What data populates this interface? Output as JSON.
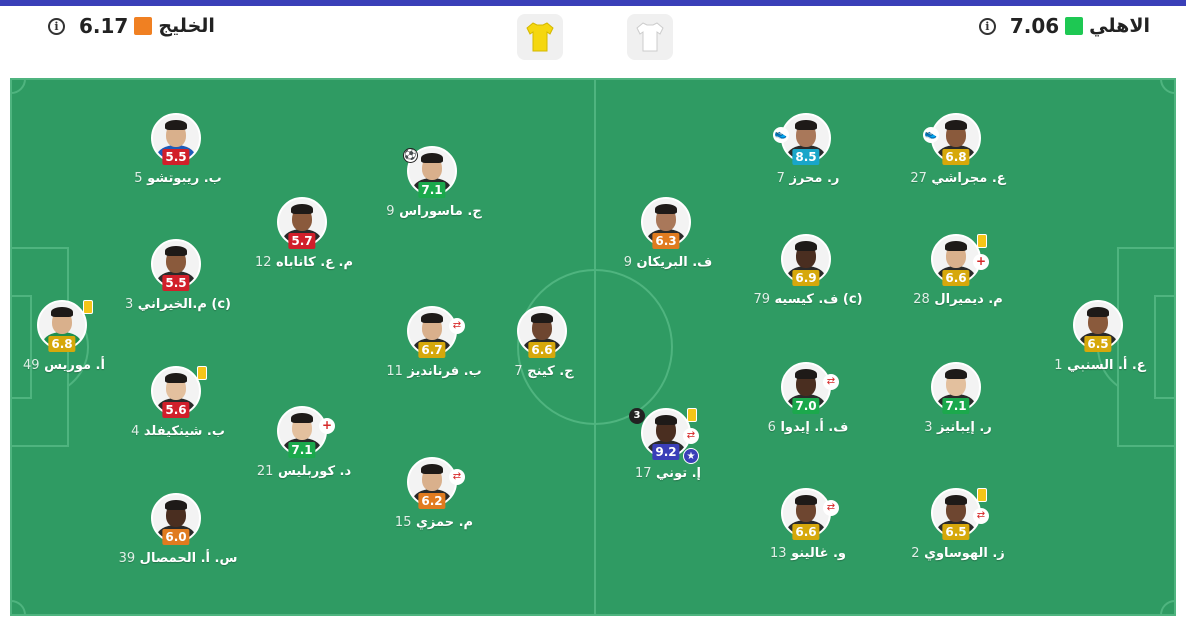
{
  "home": {
    "name": "الاهلي",
    "rating": "7.06",
    "rating_color": "#1ec853"
  },
  "away": {
    "name": "الخليج",
    "rating": "6.17",
    "rating_color": "#f08022"
  },
  "info_glyph": "i",
  "colors": {
    "pitch": "#2f9b63",
    "lines": "#4fb47f",
    "home_kit": "#ffffff",
    "away_kit": "#f5d70f"
  },
  "players": [
    {
      "id": "h1",
      "num": "1",
      "name": "ع. أ. السنبي",
      "rating": "6.5",
      "rc": "#d6a80b",
      "skin": "#8a5a3c",
      "shirt": "#2a2a2a",
      "badges": []
    },
    {
      "id": "h2",
      "num": "27",
      "name": "ع. مجراشي",
      "rating": "6.8",
      "rc": "#d6a80b",
      "skin": "#8a5a3c",
      "shirt": "#2a2a2a",
      "badges": [
        "boot"
      ]
    },
    {
      "id": "h3",
      "num": "28",
      "name": "م. ديميرال",
      "rating": "6.6",
      "rc": "#d6a80b",
      "skin": "#d9b08c",
      "shirt": "#2a2a2a",
      "badges": [
        "yellow",
        "injury"
      ]
    },
    {
      "id": "h4",
      "num": "3",
      "name": "ر. إيبانيز",
      "rating": "7.1",
      "rc": "#1ba94c",
      "skin": "#e3c09e",
      "shirt": "#2a2a2a",
      "badges": []
    },
    {
      "id": "h5",
      "num": "2",
      "name": "ز. الهوساوي",
      "rating": "6.5",
      "rc": "#d6a80b",
      "skin": "#6e4630",
      "shirt": "#2a2a2a",
      "badges": [
        "yellow",
        "sub"
      ]
    },
    {
      "id": "h6",
      "num": "7",
      "name": "ر. محرز",
      "rating": "8.5",
      "rc": "#19a6c9",
      "skin": "#a9785a",
      "shirt": "#2a2a2a",
      "badges": [
        "boot"
      ]
    },
    {
      "id": "h7",
      "num": "79",
      "name": "(c) ف. كيسيه",
      "rating": "6.9",
      "rc": "#d6a80b",
      "skin": "#4a2e20",
      "shirt": "#2a2a2a",
      "badges": []
    },
    {
      "id": "h8",
      "num": "6",
      "name": "ف. أ. إيدوا",
      "rating": "7.0",
      "rc": "#1ba94c",
      "skin": "#4a2e20",
      "shirt": "#2a2a2a",
      "badges": [
        "sub"
      ]
    },
    {
      "id": "h9",
      "num": "13",
      "name": "و. غالينو",
      "rating": "6.6",
      "rc": "#d6a80b",
      "skin": "#6e4630",
      "shirt": "#2a2a2a",
      "badges": [
        "sub"
      ]
    },
    {
      "id": "h10",
      "num": "9",
      "name": "ف. البريكان",
      "rating": "6.3",
      "rc": "#e07b1f",
      "skin": "#a9785a",
      "shirt": "#2a2a2a",
      "badges": []
    },
    {
      "id": "h11",
      "num": "17",
      "name": "إ. توني",
      "rating": "9.2",
      "rc": "#3a3fb8",
      "skin": "#4a2e20",
      "shirt": "#2a2a2a",
      "badges": [
        "yellow",
        "goals3",
        "assist",
        "star"
      ],
      "goals": "3"
    },
    {
      "id": "a1",
      "num": "49",
      "name": "أ. موريس",
      "rating": "6.8",
      "rc": "#d6a80b",
      "skin": "#d9b08c",
      "shirt": "#1e8f4f",
      "badges": [
        "yellow"
      ]
    },
    {
      "id": "a2",
      "num": "5",
      "name": "ب. ريبوتشو",
      "rating": "5.5",
      "rc": "#d11f2a",
      "skin": "#d9b08c",
      "shirt": "#1e5bb8",
      "badges": []
    },
    {
      "id": "a3",
      "num": "3",
      "name": "(c) م.الخيراني",
      "rating": "5.5",
      "rc": "#d11f2a",
      "skin": "#8a5a3c",
      "shirt": "#2a2a2a",
      "badges": []
    },
    {
      "id": "a4",
      "num": "4",
      "name": "ب. شينكيفلد",
      "rating": "5.6",
      "rc": "#d11f2a",
      "skin": "#e3c09e",
      "shirt": "#2a2a2a",
      "badges": [
        "yellow"
      ]
    },
    {
      "id": "a5",
      "num": "39",
      "name": "س. أ. الحمصال",
      "rating": "6.0",
      "rc": "#e07b1f",
      "skin": "#4a2e20",
      "shirt": "#2a2a2a",
      "badges": []
    },
    {
      "id": "a6",
      "num": "12",
      "name": "م. ع. كاناباه",
      "rating": "5.7",
      "rc": "#d11f2a",
      "skin": "#8a5a3c",
      "shirt": "#2a2a2a",
      "badges": []
    },
    {
      "id": "a7",
      "num": "21",
      "name": "د. كوربليس",
      "rating": "7.1",
      "rc": "#1ba94c",
      "skin": "#e3c09e",
      "shirt": "#2a2a2a",
      "badges": [
        "injury"
      ]
    },
    {
      "id": "a8",
      "num": "9",
      "name": "ج. ماسوراس",
      "rating": "7.1",
      "rc": "#1ba94c",
      "skin": "#d9b08c",
      "shirt": "#2a2a2a",
      "badges": [
        "ball"
      ]
    },
    {
      "id": "a9",
      "num": "11",
      "name": "ب. فرنانديز",
      "rating": "6.7",
      "rc": "#d6a80b",
      "skin": "#d9b08c",
      "shirt": "#2a2a2a",
      "badges": [
        "sub"
      ]
    },
    {
      "id": "a10",
      "num": "15",
      "name": "م. حمزي",
      "rating": "6.2",
      "rc": "#e07b1f",
      "skin": "#d9b08c",
      "shirt": "#2a2a2a",
      "badges": [
        "sub"
      ]
    },
    {
      "id": "a11",
      "num": "7",
      "name": "ج. كينج",
      "rating": "6.6",
      "rc": "#d6a80b",
      "skin": "#6e4630",
      "shirt": "#2a2a2a",
      "badges": []
    }
  ]
}
